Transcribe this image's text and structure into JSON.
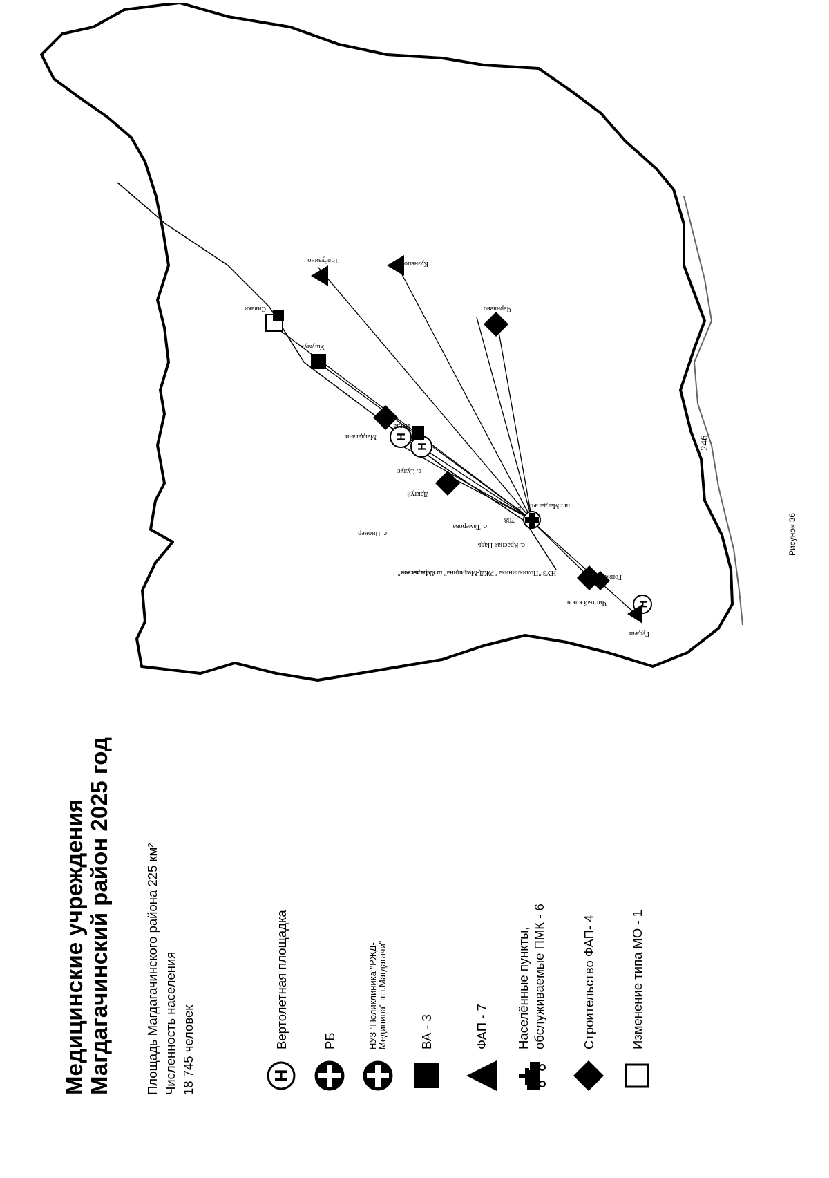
{
  "page_number": "246",
  "title": {
    "line1": "Медицинские учреждения",
    "line2": "Магдагачинский район 2025 год"
  },
  "info": {
    "area": "Площадь Магдагачинского района 225 км²",
    "population_label": "Численность населения",
    "population_value": "18 745 человек"
  },
  "legend": [
    {
      "icon": "helipad-icon",
      "label": "Вертолетная площадка"
    },
    {
      "icon": "hospital-cross-icon",
      "label": "РБ"
    },
    {
      "icon": "hospital-cross-icon",
      "label": "НУЗ \"Поликлиника \"РЖД-Медицина\" пгт.Магдагачи\""
    },
    {
      "icon": "filled-square-icon",
      "label": "ВА - 3"
    },
    {
      "icon": "filled-triangle-icon",
      "label": "ФАП - 7"
    },
    {
      "icon": "mobile-unit-icon",
      "label": "Населённые пункты, обслуживаемые ПМК - 6"
    },
    {
      "icon": "filled-diamond-icon",
      "label": "Строительство ФАП- 4"
    },
    {
      "icon": "empty-square-icon",
      "label": "Изменение типа МО - 1"
    }
  ],
  "map": {
    "places": {
      "tygda": "Гудачи",
      "gonzha": "Гонжа",
      "chistyi_klyuch": "Чистый ключ",
      "magdagachi": "пгт.Магдагачи",
      "rb": "РБ",
      "nuz": "НУЗ \"Поликлиника \"РЖД-Медицина\" пгт.Магдагачи\"",
      "krasnaya_pad": "с. Красная Падь",
      "num_708": "708",
      "tamerovo": "с. Тамерова",
      "apreselskoe": "с. Апрельское",
      "daktui": "Дактуй",
      "sulus": "с. Сулус",
      "pioner": "с. Пионер",
      "tygda_village": "Тыгда",
      "magdagachi_village": "Магдагачи",
      "ushumun": "Ушумун",
      "sivaki": "Сиваки",
      "kuznetsovo": "Кузнецово",
      "chernyaevo": "Черняево",
      "tolbuzino": "Толбузино"
    }
  },
  "caption": "Рисунок 36"
}
